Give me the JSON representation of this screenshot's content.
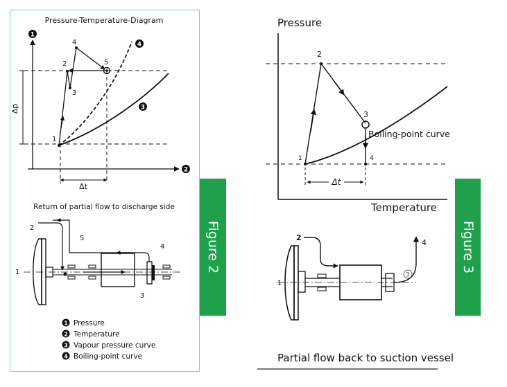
{
  "figure2": {
    "tab_label": "Figure 2",
    "diagram_title": "Pressure-Temperature-Diagram",
    "axis_marker_y": "1",
    "axis_marker_x": "2",
    "curve_marker_3": "3",
    "curve_marker_4": "4",
    "delta_p": "Δp",
    "delta_t": "Δt",
    "points": {
      "p1": "1",
      "p2": "2",
      "p3": "3",
      "p4": "4",
      "p5": "5"
    },
    "pump_title": "Return of partial flow to discharge side",
    "pump_labels": {
      "l1": "1",
      "l2": "2",
      "l3": "3",
      "l4": "4",
      "l5": "5"
    },
    "legend": [
      {
        "num": "1",
        "text": "Pressure"
      },
      {
        "num": "2",
        "text": "Temperature"
      },
      {
        "num": "3",
        "text": "Vapour pressure curve"
      },
      {
        "num": "4",
        "text": "Boiling-point curve"
      }
    ]
  },
  "figure3": {
    "tab_label": "Figure 3",
    "axis_y": "Pressure",
    "axis_x": "Temperature",
    "curve_label": "Boiling-point curve",
    "delta_t": "Δt",
    "points": {
      "p1": "1",
      "p2": "2",
      "p3": "3",
      "p4": "4"
    },
    "pump_labels": {
      "l1": "1",
      "l2": "2",
      "l3": "3",
      "l4": "4"
    },
    "caption": "Partial flow back to suction vessel"
  },
  "colors": {
    "accent_green": "#1ea14a",
    "frame_green": "#8ccf99"
  }
}
